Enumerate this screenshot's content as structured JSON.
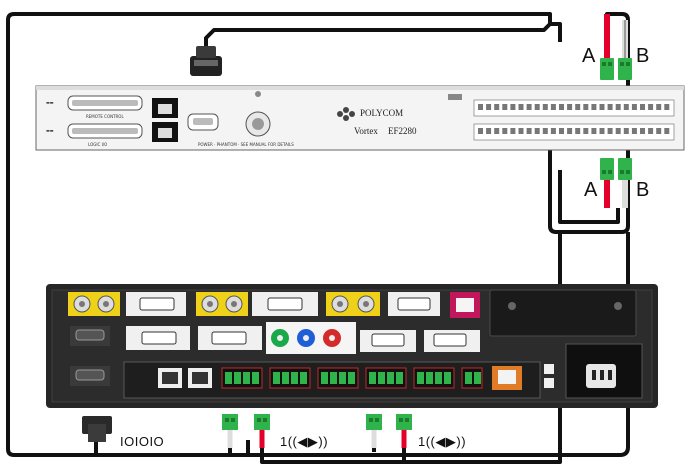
{
  "mixer": {
    "brand": "POLYCOM",
    "model_prefix": "Vortex",
    "model": "EF2280"
  },
  "top_connector_labels": {
    "a": "A",
    "b": "B"
  },
  "bottom_connector_labels": {
    "a": "A",
    "b": "B"
  },
  "serial_label": "IOIOIO",
  "audio_symbol": "1((◀▶))",
  "colors": {
    "cable": "#111111",
    "red_wire": "#e4002b",
    "green_connector": "#2fb34a",
    "codec_body": "#262626",
    "yellow_port": "#f0d11a"
  }
}
